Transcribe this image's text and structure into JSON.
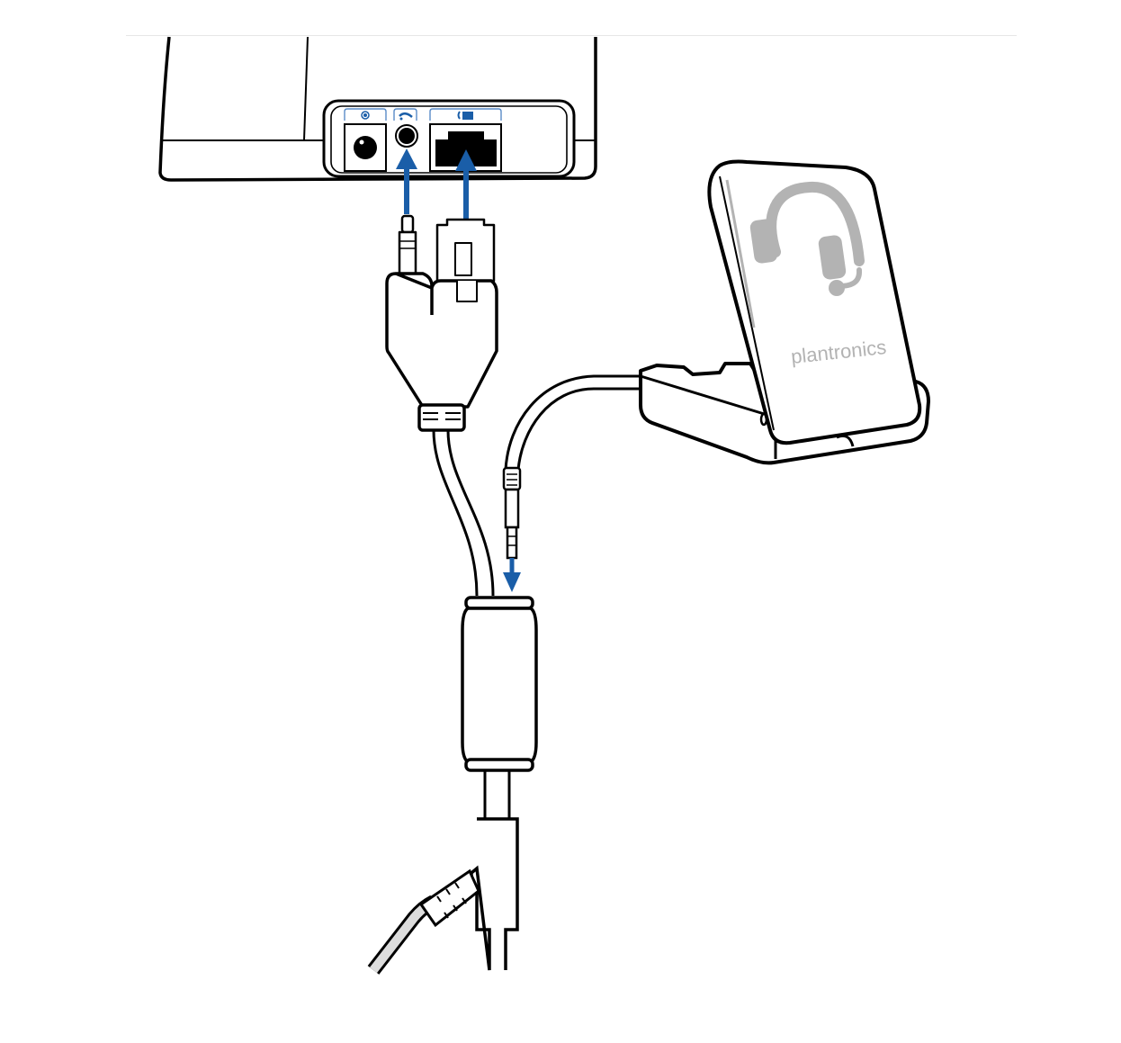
{
  "diagram": {
    "type": "connection-setup-illustration",
    "colors": {
      "line": "#000000",
      "arrow": "#1a5ea8",
      "logo_grey": "#b3b3b3",
      "cable_fill": "#dcdcdc",
      "background": "#ffffff"
    },
    "base_unit": {
      "ports": [
        {
          "name": "power",
          "icon": "power-icon"
        },
        {
          "name": "handset-jack",
          "icon": "handset-icon"
        },
        {
          "name": "telephone-port",
          "icon": "phone-port-icon"
        }
      ]
    },
    "adapter_cable": {
      "connectors": [
        "3.5mm-plug",
        "rj-plug"
      ]
    },
    "charging_stand": {
      "brand_label": "plantronics",
      "logo_icon": "headset-icon",
      "connector": "3.5mm-plug"
    },
    "arrows": [
      {
        "from": "3.5mm-plug",
        "to": "handset-jack",
        "direction": "up"
      },
      {
        "from": "rj-plug",
        "to": "telephone-port",
        "direction": "up"
      },
      {
        "from": "stand-plug",
        "to": "inline-module",
        "direction": "down"
      }
    ]
  }
}
